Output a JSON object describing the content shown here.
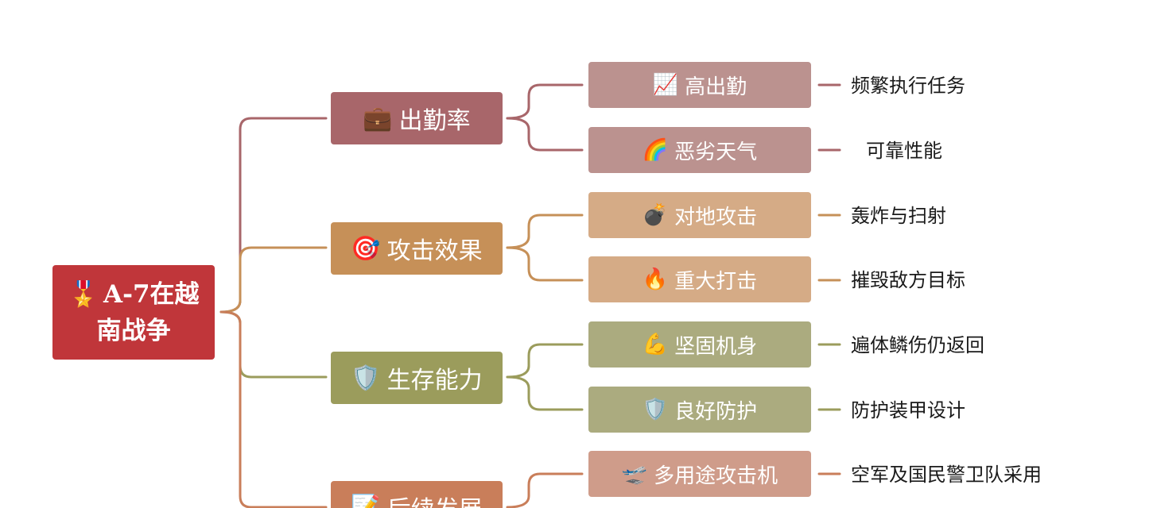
{
  "root": {
    "emoji": "🎖️",
    "line1": "A-7在越",
    "line2": "南战争",
    "color": "#c0363a"
  },
  "branches": [
    {
      "emoji": "💼",
      "label": "出勤率",
      "color": "#a8666a",
      "leafColor": "#bb928f",
      "lineColor": "#a8666a",
      "leaves": [
        {
          "emoji": "📈",
          "label": "高出勤",
          "note": "频繁执行任务"
        },
        {
          "emoji": "🌈",
          "label": "恶劣天气",
          "note": "可靠性能"
        }
      ]
    },
    {
      "emoji": "🎯",
      "label": "攻击效果",
      "color": "#c69058",
      "leafColor": "#d5ab86",
      "lineColor": "#c69058",
      "leaves": [
        {
          "emoji": "💣",
          "label": "对地攻击",
          "note": "轰炸与扫射"
        },
        {
          "emoji": "🔥",
          "label": "重大打击",
          "note": "摧毁敌方目标"
        }
      ]
    },
    {
      "emoji": "🛡️",
      "label": "生存能力",
      "color": "#9b9c5c",
      "leafColor": "#abab7f",
      "lineColor": "#9b9c5c",
      "leaves": [
        {
          "emoji": "💪",
          "label": "坚固机身",
          "note": "遍体鳞伤仍返回"
        },
        {
          "emoji": "🛡️",
          "label": "良好防护",
          "note": "防护装甲设计"
        }
      ]
    },
    {
      "emoji": "📝",
      "label": "后续发展",
      "color": "#c97e5a",
      "leafColor": "#cf9c8a",
      "lineColor": "#c97e5a",
      "leaves": [
        {
          "emoji": "🛫",
          "label": "多用途攻击机",
          "note": "空军及国民警卫队采用"
        }
      ]
    }
  ]
}
